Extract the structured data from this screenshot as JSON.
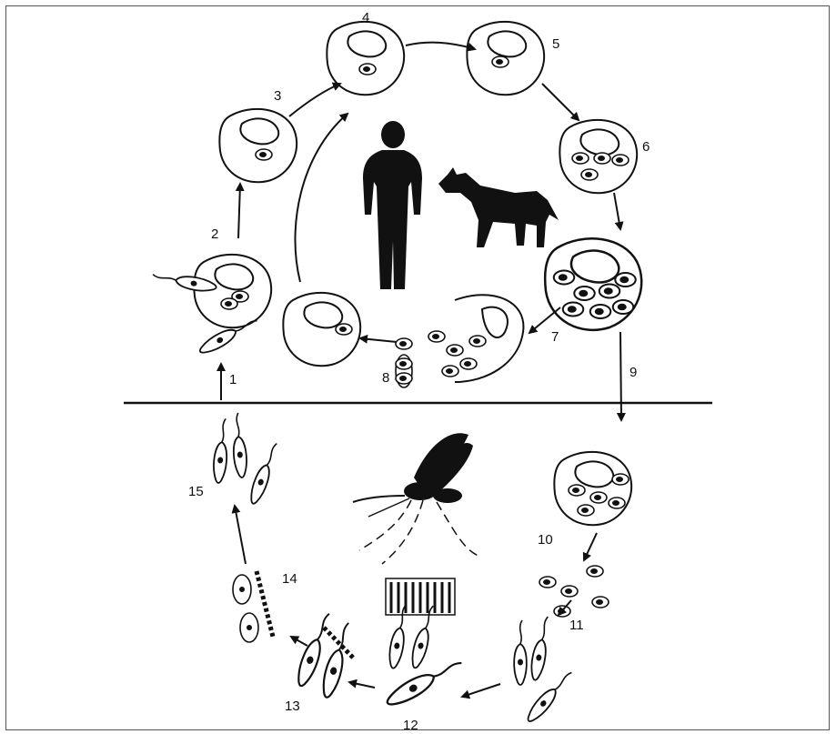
{
  "stage_labels": [
    "1",
    "2",
    "3",
    "4",
    "5",
    "6",
    "7",
    "8",
    "9",
    "10",
    "11",
    "12",
    "13",
    "14",
    "15"
  ]
}
